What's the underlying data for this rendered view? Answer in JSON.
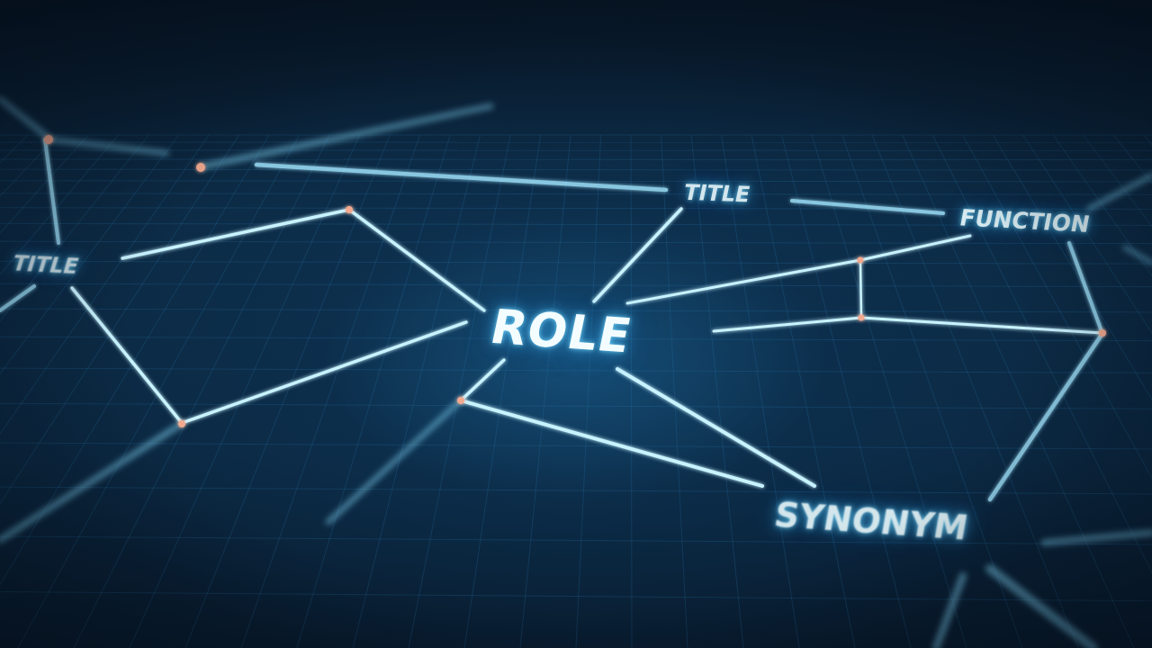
{
  "words": {
    "center": "ROLE",
    "top": "TITLE",
    "top_right": "FUNCTION",
    "left": "TITLE",
    "bottom_right": "SYNONYM"
  },
  "colors": {
    "background": "#0b2740",
    "line": "#aee9ff",
    "node": "#f2a98f",
    "text_glow": "#78dcff"
  }
}
